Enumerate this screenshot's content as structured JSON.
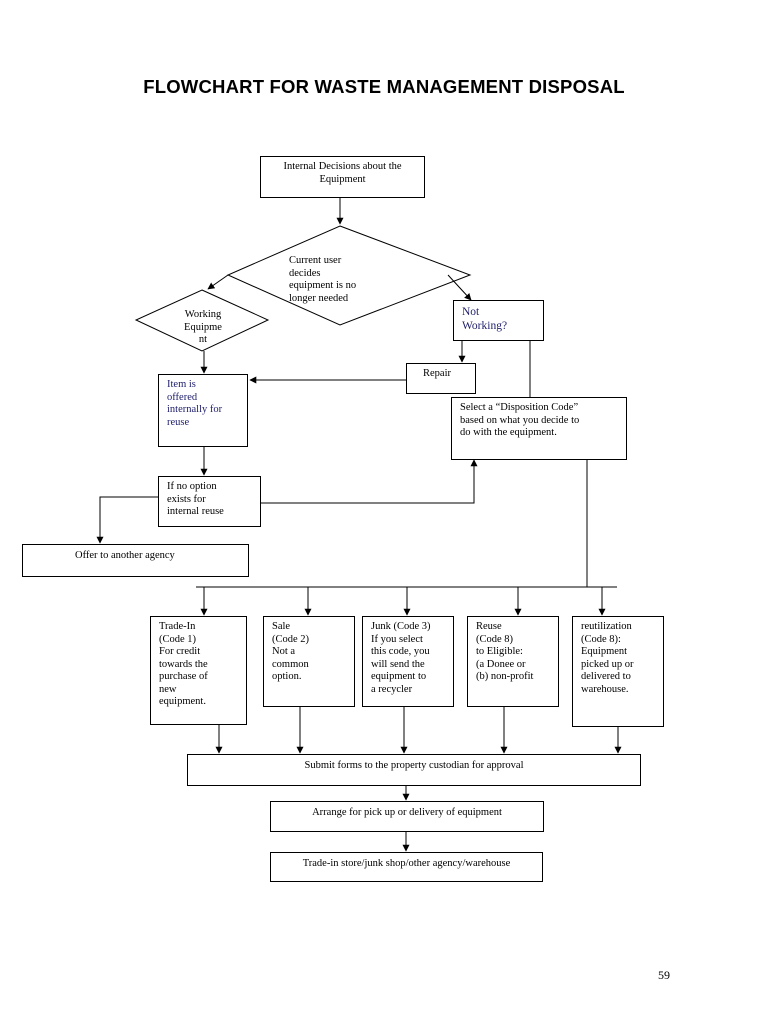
{
  "title": "FLOWCHART FOR WASTE MANAGEMENT DISPOSAL",
  "page_number": "59",
  "nodes": {
    "internal_decisions": "Internal Decisions about the\nEquipment",
    "current_user": "Current user\ndecides\nequipment  is no\nlonger needed",
    "working_equipment": "Working\nEquipme\nnt",
    "not_working": "Not\nWorking?",
    "repair": "Repair",
    "item_offered": "Item is\noffered\ninternally for\nreuse",
    "disposition_code": "Select a “Disposition Code”\nbased on what you decide to\ndo with the equipment.",
    "if_no_option": "If no option\nexists for\ninternal reuse",
    "offer_agency": "Offer to another agency",
    "trade_in": "Trade-In\n(Code 1)\nFor credit\ntowards the\npurchase of\nnew\nequipment.",
    "sale": "Sale\n(Code 2)\nNot a\ncommon\noption.",
    "junk": "Junk (Code 3)\nIf you select\nthis code, you\nwill send the\nequipment to\na recycler",
    "reuse": "Reuse\n  (Code 8)\nto Eligible:\n(a Donee or\n(b) non-profit",
    "reutilization": "reutilization\n(Code 8):\nEquipment\npicked up or\ndelivered to\nwarehouse.",
    "submit_forms": "Submit forms to the property custodian for approval",
    "arrange_pickup": "Arrange for pick up or delivery of equipment",
    "destinations": "Trade-in store/junk shop/other agency/warehouse"
  }
}
